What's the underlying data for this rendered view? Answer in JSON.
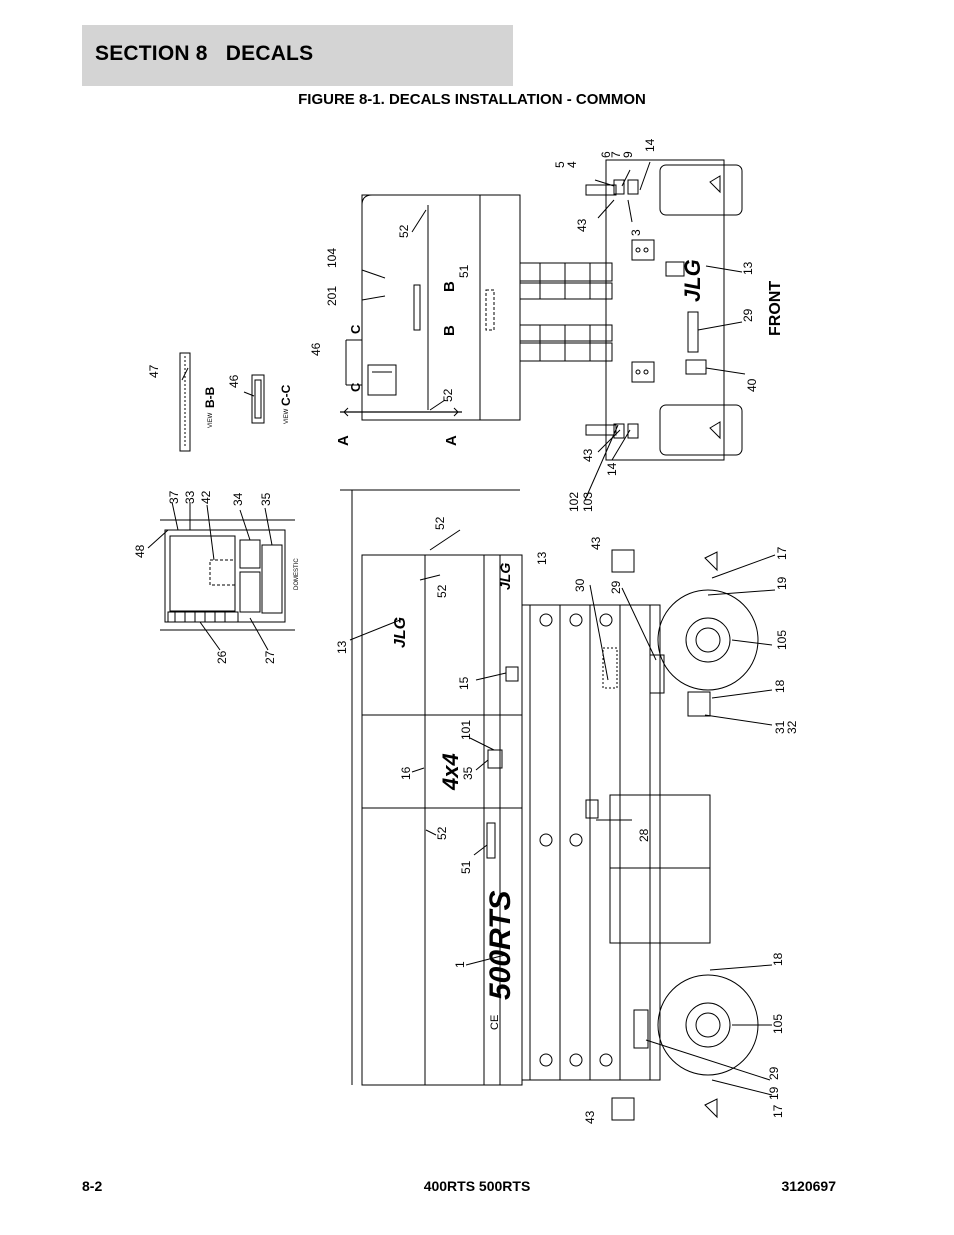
{
  "header": {
    "section_title": "SECTION 8   DECALS",
    "figure_title": "FIGURE 8-1. DECALS INSTALLATION - COMMON"
  },
  "footer": {
    "page_number": "8-2",
    "models": "400RTS 500RTS",
    "doc_number": "3120697"
  },
  "drawing": {
    "brand_mark": "JLG",
    "model_mark": "500RTS",
    "drive_mark": "4x4",
    "ce_mark": "CE",
    "front_label": "FRONT",
    "view_prefix": "VIEW",
    "view_bb": "B-B",
    "view_cc": "C-C",
    "section_a": "A",
    "section_b": "B",
    "section_c": "C",
    "domestic_label": "DOMESTIC",
    "callouts": {
      "c1": "1",
      "c3": "3",
      "c4": "4",
      "c5": "5",
      "c6": "6",
      "c7": "7",
      "c9": "9",
      "c13": "13",
      "c14": "14",
      "c15": "15",
      "c16": "16",
      "c17": "17",
      "c18": "18",
      "c19": "19",
      "c26": "26",
      "c27": "27",
      "c28": "28",
      "c29": "29",
      "c30": "30",
      "c31": "31",
      "c32": "32",
      "c33": "33",
      "c34": "34",
      "c35": "35",
      "c37": "37",
      "c40": "40",
      "c42": "42",
      "c43": "43",
      "c46": "46",
      "c47": "47",
      "c48": "48",
      "c51": "51",
      "c52": "52",
      "c101": "101",
      "c102": "102",
      "c103": "103",
      "c104": "104",
      "c105": "105",
      "c201": "201"
    }
  }
}
